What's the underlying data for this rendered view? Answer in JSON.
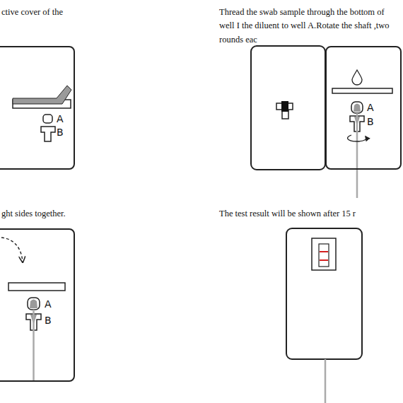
{
  "diagram": {
    "nodes": [
      {
        "text": [
          "A",
          "B"
        ]
      },
      {
        "text": [
          "A",
          "B"
        ]
      },
      {
        "text": [
          "A",
          "B"
        ]
      }
    ],
    "labels": [
      "ctive cover of the",
      "Thread the swab sample through the bottom of well I the diluent to well A.Rotate the shaft ,two rounds eac",
      "ght sides together.",
      "The test result will be shown after 15 r"
    ]
  }
}
